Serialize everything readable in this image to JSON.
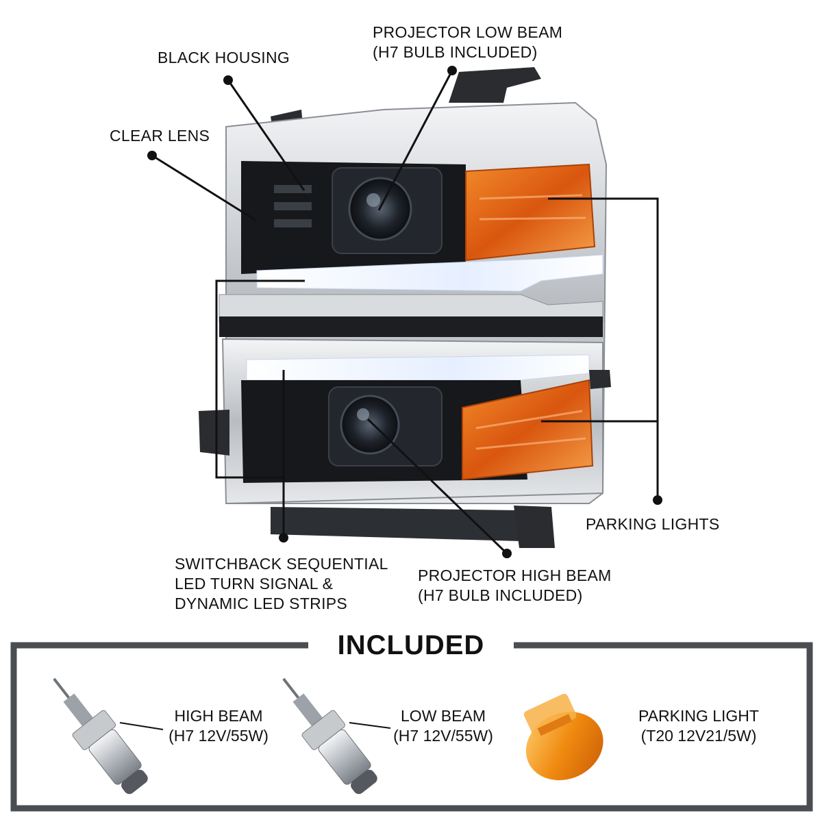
{
  "callouts": {
    "projector_low_beam": [
      "PROJECTOR LOW BEAM",
      "(H7 BULB INCLUDED)"
    ],
    "black_housing": "BLACK HOUSING",
    "clear_lens": "CLEAR LENS",
    "parking_lights": "PARKING LIGHTS",
    "switchback": [
      "SWITCHBACK SEQUENTIAL",
      "LED TURN SIGNAL &",
      "DYNAMIC LED STRIPS"
    ],
    "projector_high_beam": [
      "PROJECTOR HIGH BEAM",
      "(H7 BULB INCLUDED)"
    ]
  },
  "included": {
    "title": "INCLUDED",
    "items": [
      {
        "name": "HIGH BEAM",
        "spec": "(H7 12V/55W)"
      },
      {
        "name": "LOW BEAM",
        "spec": "(H7 12V/55W)"
      },
      {
        "name": "PARKING LIGHT",
        "spec": "(T20 12V21/5W)"
      }
    ]
  },
  "colors": {
    "amber": "#e8731a",
    "housing_black": "#16181b",
    "chrome": "#c9ccd0",
    "led_white": "#f4f8ff",
    "frame_gray": "#4a4d52"
  }
}
